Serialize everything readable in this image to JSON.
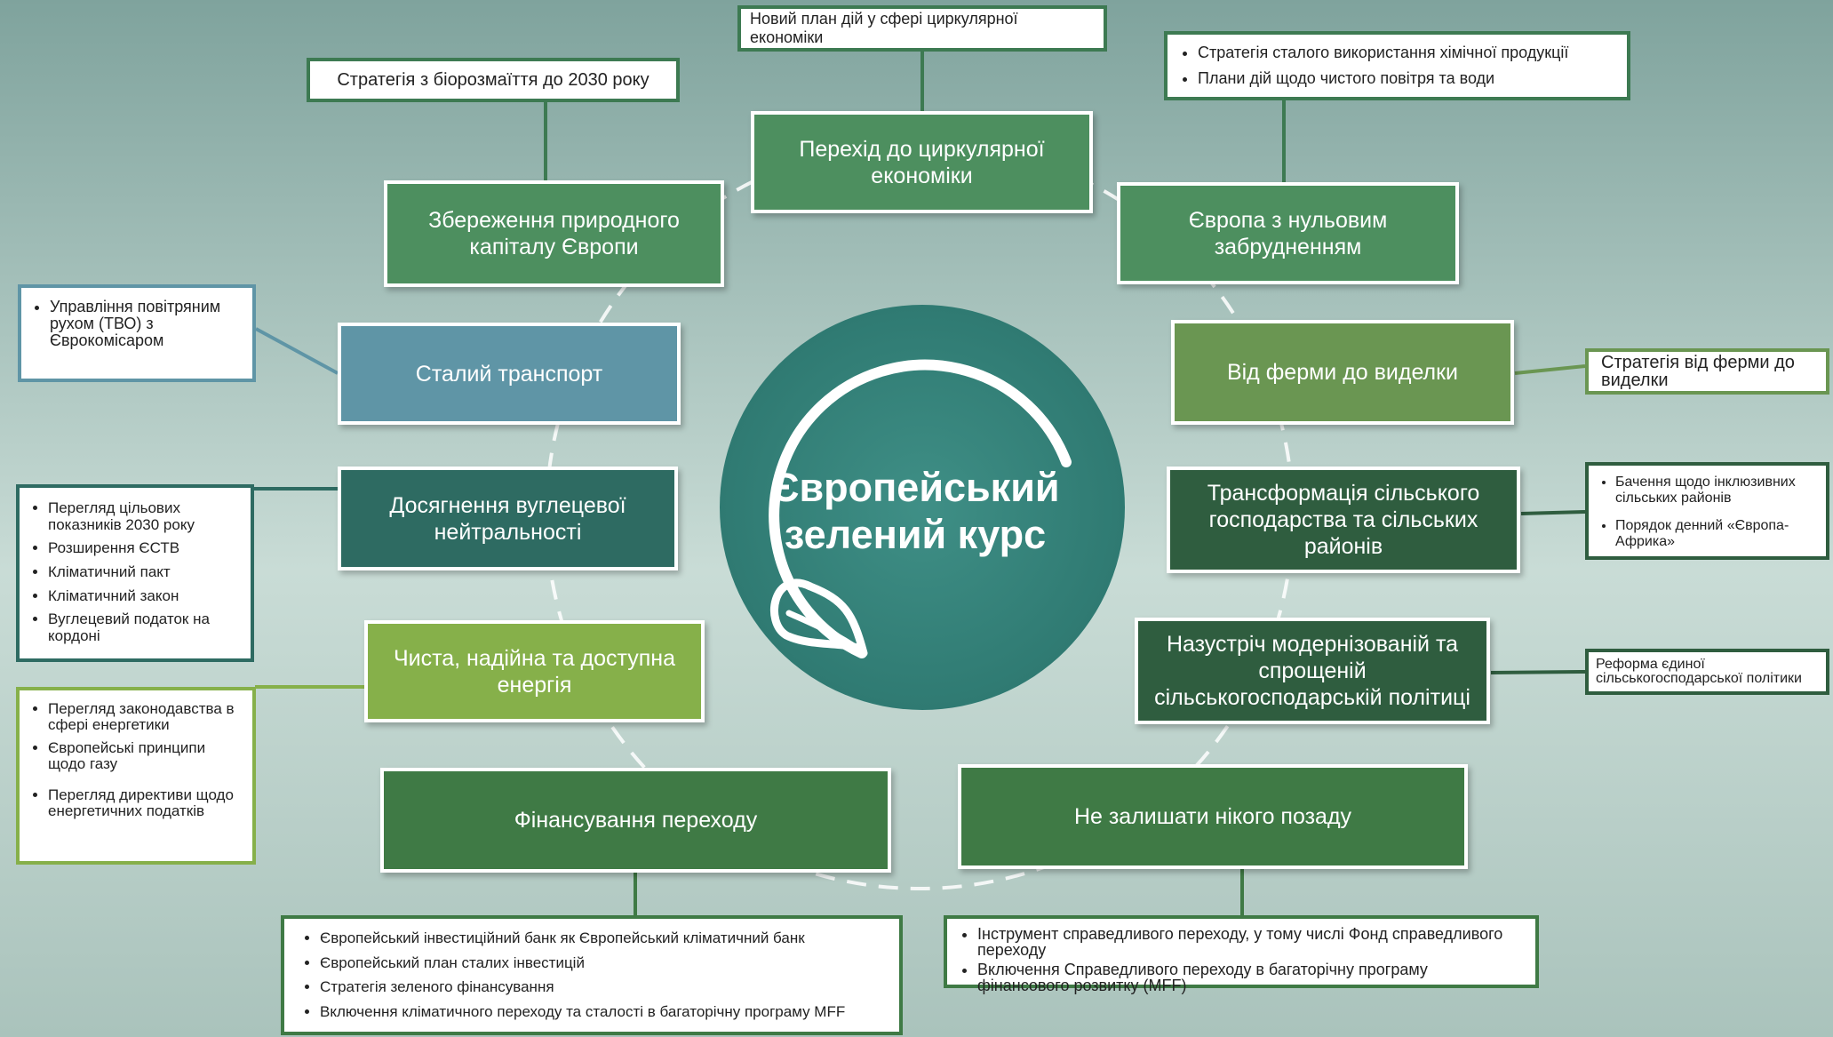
{
  "hub": {
    "title_line1": "Європейський",
    "title_line2": "зелений курс"
  },
  "colors": {
    "dark_teal": "#2e6b62",
    "green": "#4d8f5f",
    "olive": "#6a9652",
    "lime": "#86b04a",
    "steel_blue": "#5f95a6",
    "deep_green": "#2f5d3f",
    "forest": "#3f7a45",
    "ring": "#ffffff"
  },
  "branches": [
    {
      "id": "circular",
      "label": "Перехід до циркулярної економіки"
    },
    {
      "id": "zero_pollution",
      "label": "Європа з нульовим забрудненням"
    },
    {
      "id": "farm_to_fork",
      "label": "Від ферми до виделки"
    },
    {
      "id": "rural_transformation",
      "label": "Трансформація сільського господарства та сільських районів"
    },
    {
      "id": "cap",
      "label": "Назустріч модернізованій та спрощеній сільськогосподарській політиці"
    },
    {
      "id": "leave_no_one",
      "label": "Не залишати нікого позаду"
    },
    {
      "id": "financing",
      "label": "Фінансування переходу"
    },
    {
      "id": "energy",
      "label": "Чиста, надійна та доступна енергія"
    },
    {
      "id": "carbon_neutral",
      "label": "Досягнення вуглецевої нейтральності"
    },
    {
      "id": "transport",
      "label": "Сталий транспорт"
    },
    {
      "id": "natural_capital",
      "label": "Збереження природного капіталу Європи"
    }
  ],
  "notes": {
    "circular": "Новий план дій у сфері циркулярної економіки",
    "biodiversity": "Стратегія з біорозмаїття до 2030 року",
    "zero_pollution": [
      "Стратегія сталого використання хімічної продукції",
      "Плани дій щодо чистого повітря та води"
    ],
    "farm_to_fork": "Стратегія від ферми до виделки",
    "rural": [
      "Бачення щодо інклюзивних сільських районів",
      "Порядок денний «Європа-Африка»"
    ],
    "cap": "Реформа єдиної сільськогосподарської політики",
    "leave_no_one": [
      "Інструмент справедливого переходу, у тому числі Фонд справедливого переходу",
      "Включення Справедливого переходу в багаторічну програму фінансового розвитку (MFF)"
    ],
    "financing": [
      "Європейський інвестиційний банк як Європейський кліматичний банк",
      "Європейський план сталих інвестицій",
      "Стратегія зеленого фінансування",
      "Включення кліматичного переходу та сталості в багаторічну програму MFF"
    ],
    "energy": [
      "Перегляд законодавства в сфері енергетики",
      "Європейські принципи щодо газу",
      "Перегляд директиви щодо енергетичних податків"
    ],
    "carbon_neutral": [
      "Перегляд цільових показників 2030 року",
      "Розширення ЄСТВ",
      "Кліматичний пакт",
      "Кліматичний закон",
      "Вуглецевий податок на кордоні"
    ],
    "transport": [
      "Управління повітряним рухом (ТВО) з Єврокомісаром"
    ]
  }
}
